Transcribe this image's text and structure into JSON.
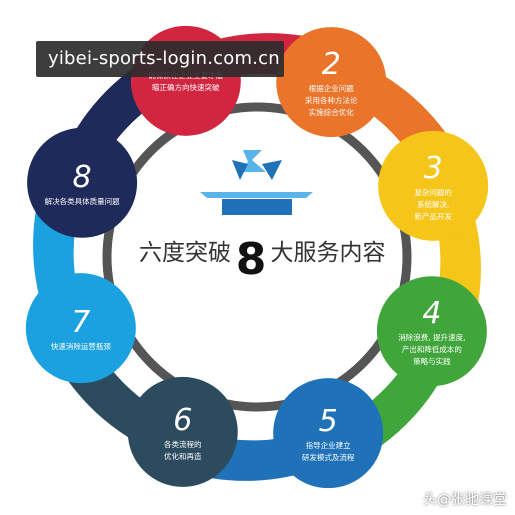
{
  "watermark": "yibei-sports-login.com.cn",
  "center": {
    "left_text": "六度突破",
    "number": "8",
    "right_text": "大服务内容",
    "colors": {
      "ring": "#555555",
      "logo_light": "#59b4ea",
      "logo_dark": "#1f72b8"
    }
  },
  "steps": [
    {
      "number": "",
      "lines": [
        "确保抓住企业主要矛盾",
        "瞄正确方向快速突破"
      ],
      "color": "#d2253f"
    },
    {
      "number": "2",
      "lines": [
        "根据企业问题",
        "采用各种方法论",
        "实施综合优化"
      ],
      "color": "#e9742a"
    },
    {
      "number": "3",
      "lines": [
        "复杂问题的",
        "系统解决,",
        "新产品开发"
      ],
      "color": "#f5c51a"
    },
    {
      "number": "4",
      "lines": [
        "消除浪费, 提升速度,",
        "产出和降低成本的",
        "策略与实践"
      ],
      "color": "#40a63b"
    },
    {
      "number": "5",
      "lines": [
        "指导企业建立",
        "研发模式及流程"
      ],
      "color": "#1f72b8"
    },
    {
      "number": "6",
      "lines": [
        "各类流程的",
        "优化和再造"
      ],
      "color": "#2c4b5e"
    },
    {
      "number": "7",
      "lines": [
        "快速消除运营瓶颈"
      ],
      "color": "#1ba1df"
    },
    {
      "number": "8",
      "lines": [
        "解决各类具体质量问题"
      ],
      "color": "#1e2a5a"
    }
  ],
  "footer_credit": "头@张驰课堂"
}
